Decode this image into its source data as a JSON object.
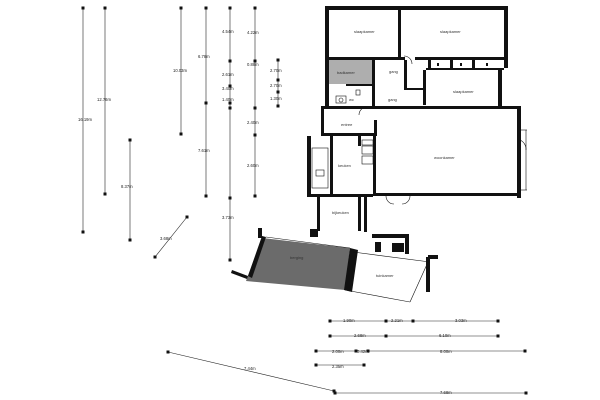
{
  "rooms": {
    "slaapkamer_1": "slaapkamer",
    "slaapkamer_2": "slaapkamer",
    "slaapkamer_3": "slaapkamer",
    "badkamer": "badkamer",
    "gang_1": "gang",
    "gang_2": "gang",
    "wc": "wc",
    "entree": "entree",
    "keuken": "keuken",
    "woonkamer": "woonkamer",
    "bijkeuken": "bijkeuken",
    "berging": "berging",
    "tuinkamer": "tuinkamer"
  },
  "dimensions": {
    "d_4_54": "4.54m",
    "d_4_22": "4.22m",
    "d_6_78": "6.78m",
    "d_10_03": "10.03m",
    "d_0_88": "0.88m",
    "d_2_61": "2.61m",
    "d_2_70": "2.70m",
    "d_12_76": "12.76m",
    "d_2_70b": "2.70m",
    "d_3_40": "3.40m",
    "d_1_40": "1.40m",
    "d_1_30": "1.30m",
    "d_16_19": "16.19m",
    "d_2_40": "2.40m",
    "d_7_61": "7.61m",
    "d_8_37": "8.37m",
    "d_2_60": "2.60m",
    "d_3_73": "3.73m",
    "d_3_68": "3.68m",
    "d_1_90": "1.90m",
    "d_2_21": "2.21m",
    "d_3_03": "3.03m",
    "d_2_68": "2.68m",
    "d_6_10": "6.10m",
    "d_2_00": "2.00m",
    "d_0_42": "0.42m",
    "d_8_00": "8.00m",
    "d_7_44": "7.44m",
    "d_2_35": "2.35m",
    "d_7_68": "7.68m"
  }
}
